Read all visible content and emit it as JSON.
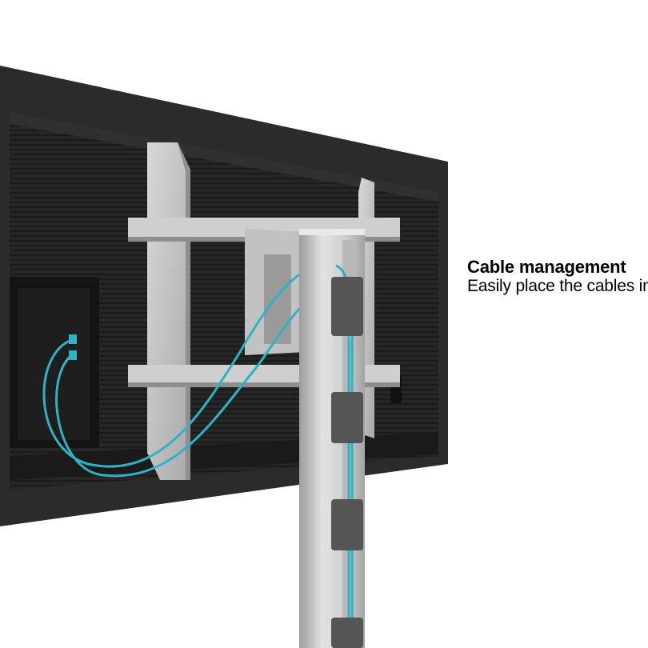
{
  "caption": {
    "title": "Cable management",
    "subtitle": "Easily place the cables in"
  },
  "colors": {
    "background": "#ffffff",
    "tv_body": "#2b2b2b",
    "tv_panel": "#1f1f1f",
    "bracket_metal": "#c9c9c9",
    "column_aluminium": "#bdbdbd",
    "cable_clip": "#555555",
    "cable": "#2fb3c4",
    "caption_text": "#000000"
  },
  "scene": {
    "objects": [
      {
        "name": "tv-back",
        "kind": "product"
      },
      {
        "name": "vesa-mount-bracket",
        "kind": "product"
      },
      {
        "name": "stand-column",
        "kind": "product"
      },
      {
        "name": "cable-clips",
        "kind": "product"
      },
      {
        "name": "hdmi-cables",
        "kind": "product"
      }
    ]
  }
}
